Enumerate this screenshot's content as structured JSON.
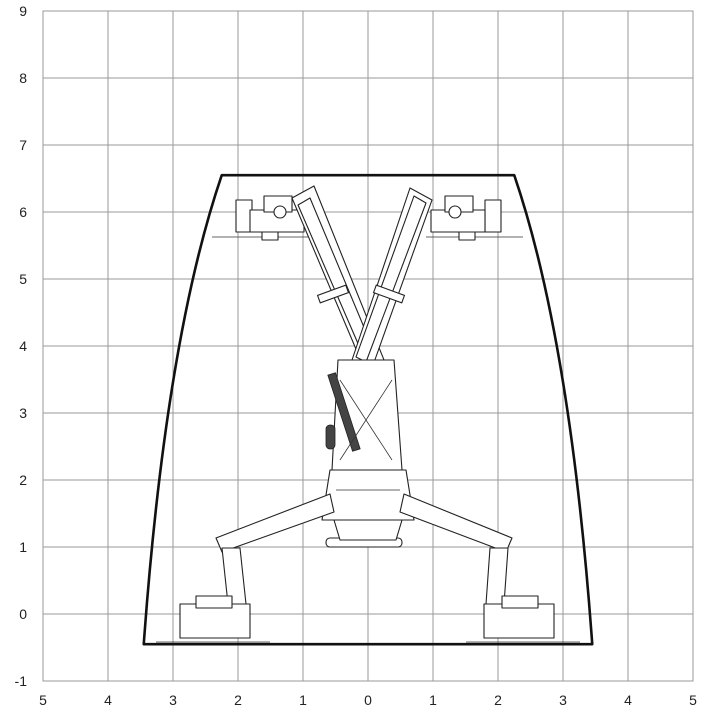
{
  "chart_data": {
    "type": "diagram",
    "x_ticks": [
      "5",
      "4",
      "3",
      "2",
      "1",
      "0",
      "1",
      "2",
      "3",
      "4",
      "5"
    ],
    "y_ticks": [
      "9",
      "8",
      "7",
      "6",
      "5",
      "4",
      "3",
      "2",
      "1",
      "0",
      "-1"
    ],
    "xlim": [
      -5,
      5
    ],
    "ylim": [
      -1,
      9
    ],
    "grid": true,
    "envelope": [
      [
        -3.45,
        -0.45
      ],
      [
        -2.25,
        6.55
      ],
      [
        2.25,
        6.55
      ],
      [
        3.45,
        -0.45
      ]
    ],
    "envelope_top": 6.55,
    "envelope_bottom": -0.45
  }
}
